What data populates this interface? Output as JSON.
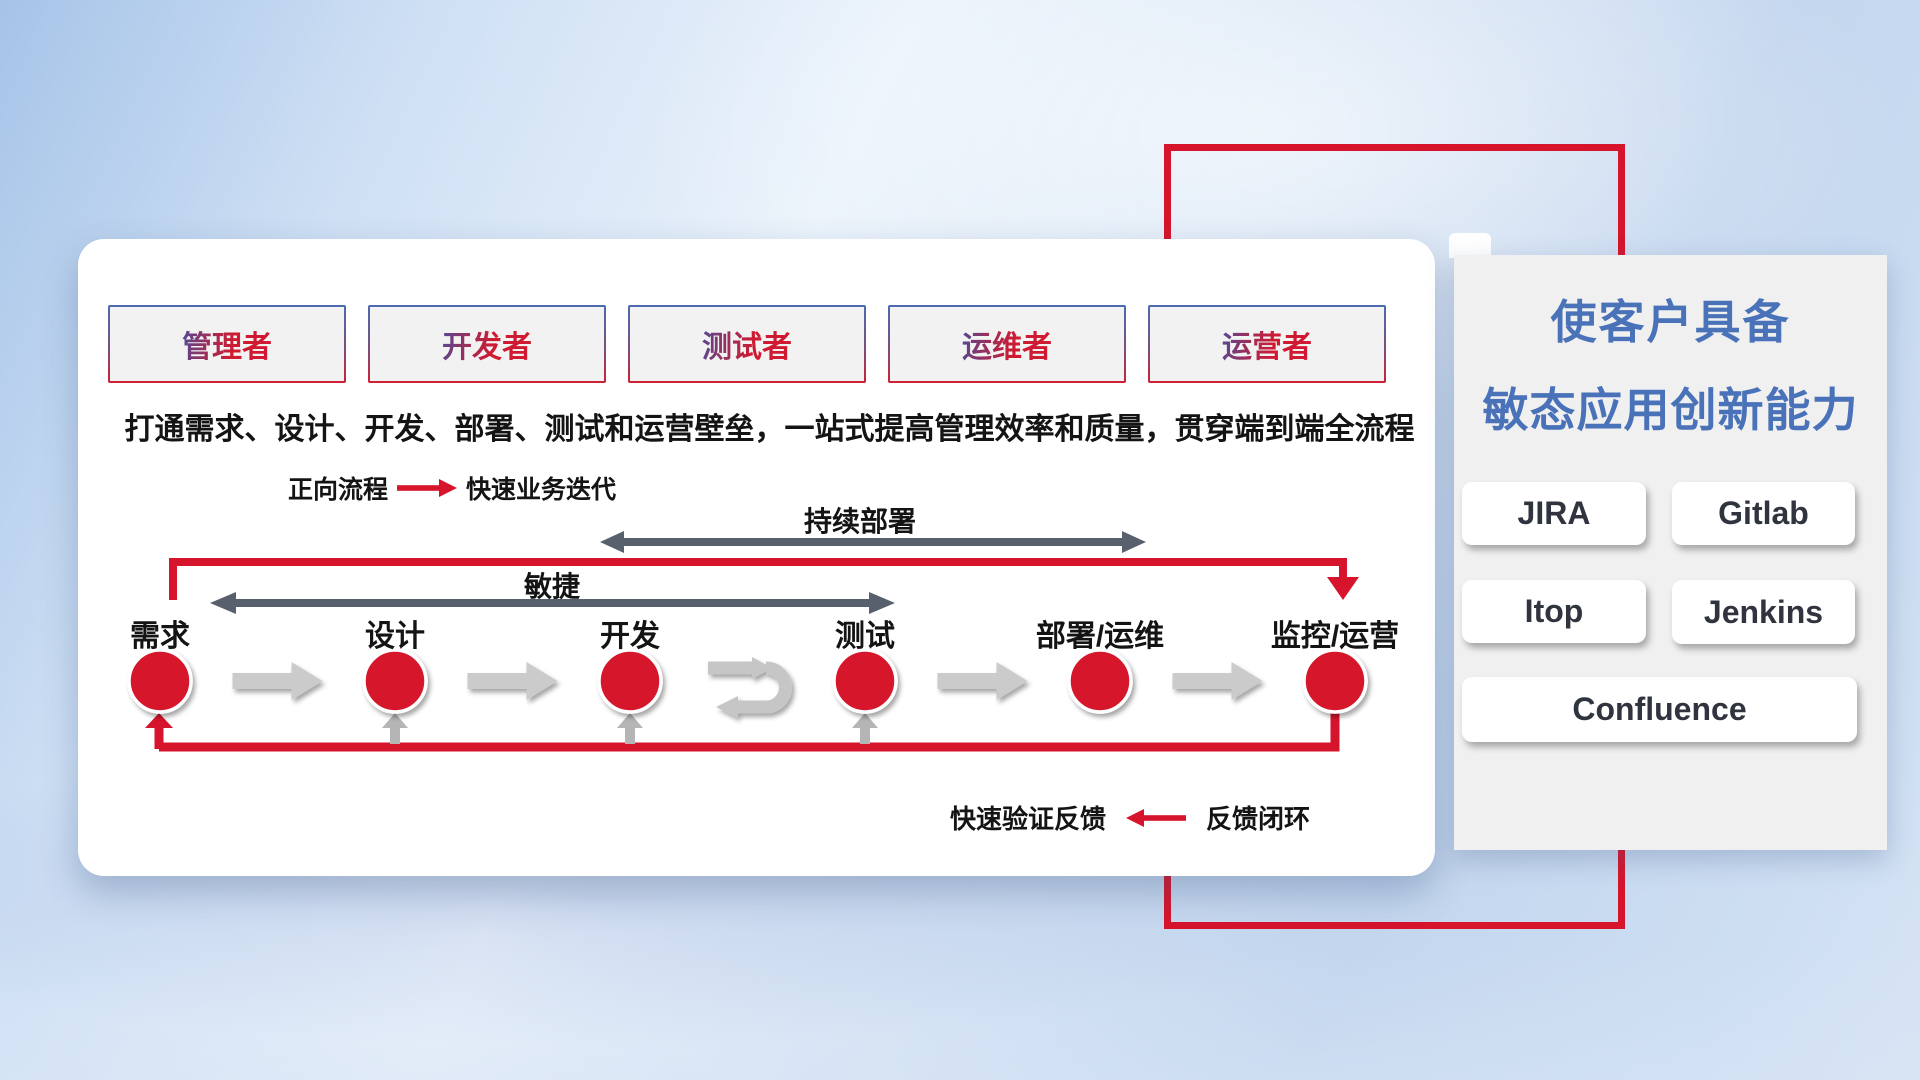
{
  "card": {
    "roles": [
      "管理者",
      "开发者",
      "测试者",
      "运维者",
      "运营者"
    ],
    "description": "打通需求、设计、开发、部署、测试和运营壁垒，一站式提高管理效率和质量，贯穿端到端全流程",
    "legend_forward": {
      "label": "正向流程",
      "value": "快速业务迭代"
    },
    "arrow_continuous_deploy": "持续部署",
    "arrow_agile": "敏捷",
    "stages": [
      "需求",
      "设计",
      "开发",
      "测试",
      "部署/运维",
      "监控/运营"
    ],
    "legend_feedback": {
      "label": "快速验证反馈",
      "value": "反馈闭环"
    }
  },
  "panel": {
    "title_line1": "使客户具备",
    "title_line2": "敏态应用创新能力",
    "tools": [
      "JIRA",
      "Gitlab",
      "Itop",
      "Jenkins",
      "Confluence"
    ]
  },
  "colors": {
    "accent_red": "#d6152c",
    "slate_arrow": "#58606e",
    "title_blue": "#4a72b8",
    "box_border_top": "#4a6cb3",
    "light_gray_arrow": "#cbcbcb"
  }
}
